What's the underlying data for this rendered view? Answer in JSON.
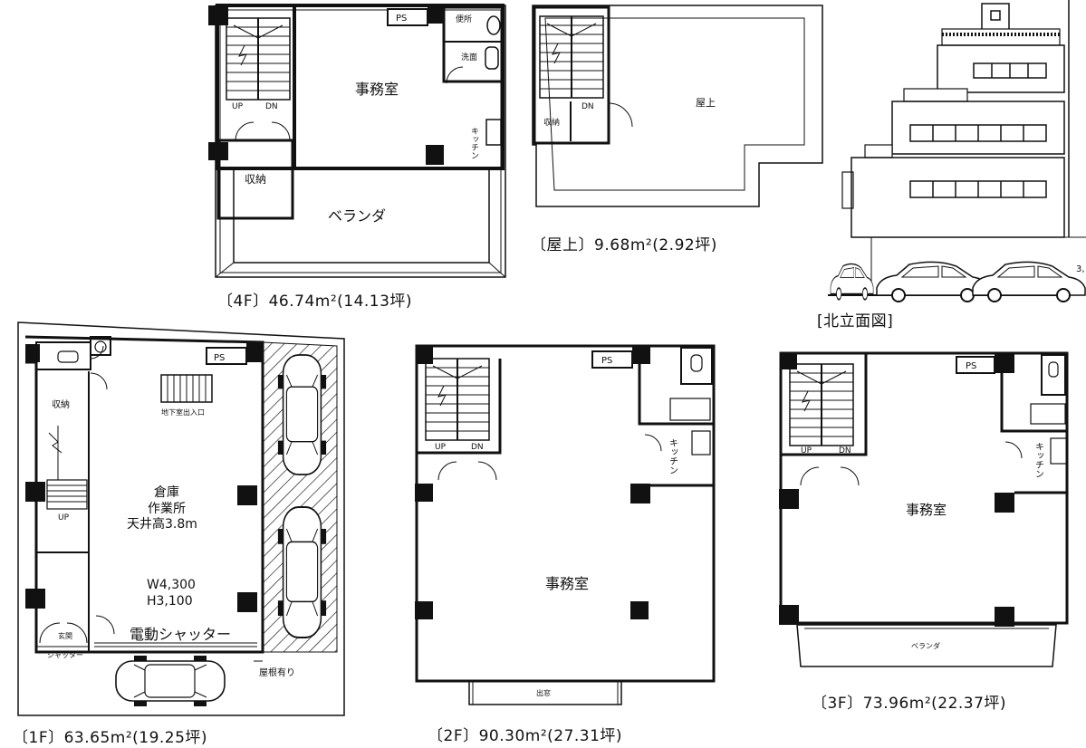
{
  "plans": {
    "f4": {
      "caption": "〔4F〕46.74m²(14.13坪)",
      "office": "事務室",
      "ps": "PS",
      "toilet": "便所",
      "wash": "洗面",
      "storage": "収納",
      "veranda": "ベランダ",
      "kitchen": "キッチン",
      "up": "UP",
      "dn": "DN"
    },
    "roof": {
      "caption": "〔屋上〕9.68m²(2.92坪)",
      "rooftop": "屋上",
      "storage": "収納",
      "dn": "DN"
    },
    "elevation": {
      "caption": "[北立面図]",
      "dimension": "3,"
    },
    "f1": {
      "caption": "〔1F〕63.65m²(19.25坪)",
      "warehouse_line1": "倉庫",
      "warehouse_line2": "作業所",
      "warehouse_line3": "天井高3.8m",
      "width": "W4,300",
      "height": "H3,100",
      "electric_shutter": "電動シャッター",
      "ps": "PS",
      "storage": "収納",
      "basement_entrance": "地下室出入口",
      "up": "UP",
      "entrance": "玄関",
      "shutter": "シャッター",
      "roofed": "屋根有り"
    },
    "f2": {
      "caption": "〔2F〕90.30m²(27.31坪)",
      "office": "事務室",
      "ps": "PS",
      "kitchen": "キッチン",
      "up": "UP",
      "dn": "DN",
      "bay": "出窓"
    },
    "f3": {
      "caption": "〔3F〕73.96m²(22.37坪)",
      "office": "事務室",
      "ps": "PS",
      "kitchen": "キッチン",
      "veranda": "ベランダ",
      "up": "UP",
      "dn": "DN"
    }
  }
}
